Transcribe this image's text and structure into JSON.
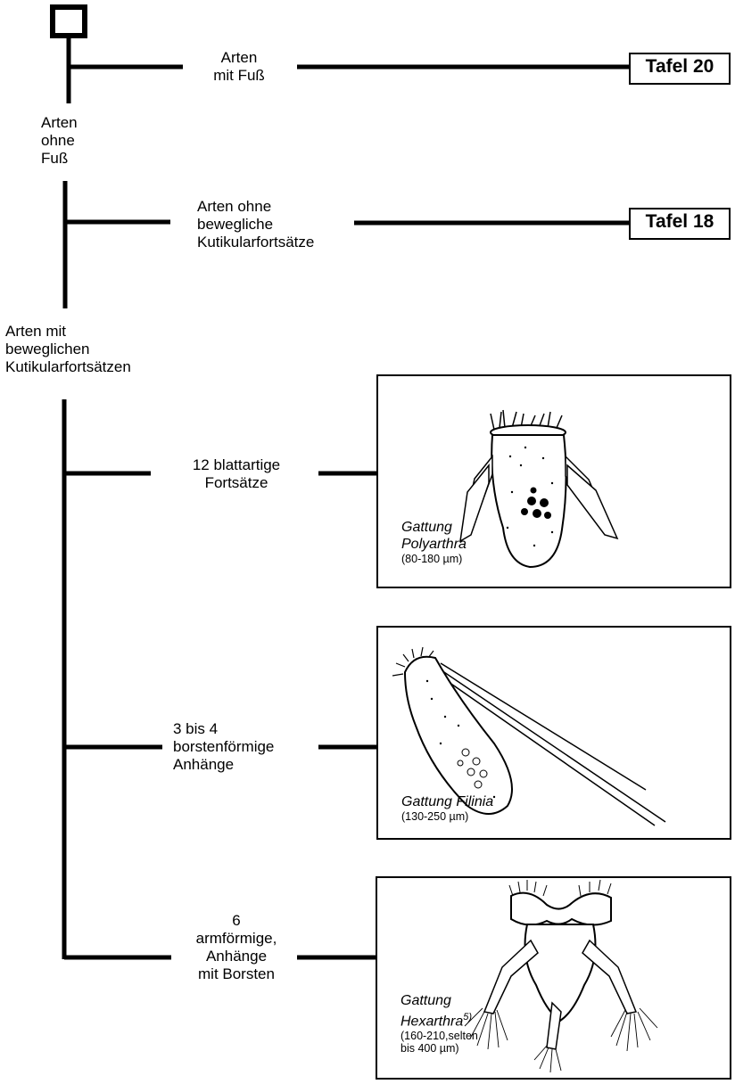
{
  "root_label": "",
  "branches": {
    "mit_fuss": "Arten\nmit Fuß",
    "ohne_fuss": "Arten\nohne\nFuß",
    "ohne_bewegliche": "Arten ohne\nbewegliche\nKutikularfortsätze",
    "mit_beweglichen": "Arten mit\nbeweglichen\nKutikularfortsätzen",
    "blattartige": "12 blattartige\nFortsätze",
    "borstenfoermige": "3 bis 4\nborstenförmige\nAnhänge",
    "armfoermige": "6\narmförmige,\nAnhänge\nmit Borsten"
  },
  "tafeln": {
    "t20": "Tafel 20",
    "t18": "Tafel 18"
  },
  "genera": {
    "polyarthra": {
      "line1": "Gattung",
      "line2": "Polyarthra",
      "size": "(80-180 µm)"
    },
    "filinia": {
      "line1": "Gattung Filinia",
      "size": "(130-250 µm)"
    },
    "hexarthra": {
      "line1": "Gattung",
      "line2": "Hexarthra",
      "footnote": "5)",
      "size_line1": "(160-210,selten",
      "size_line2": "bis 400 µm)"
    }
  }
}
